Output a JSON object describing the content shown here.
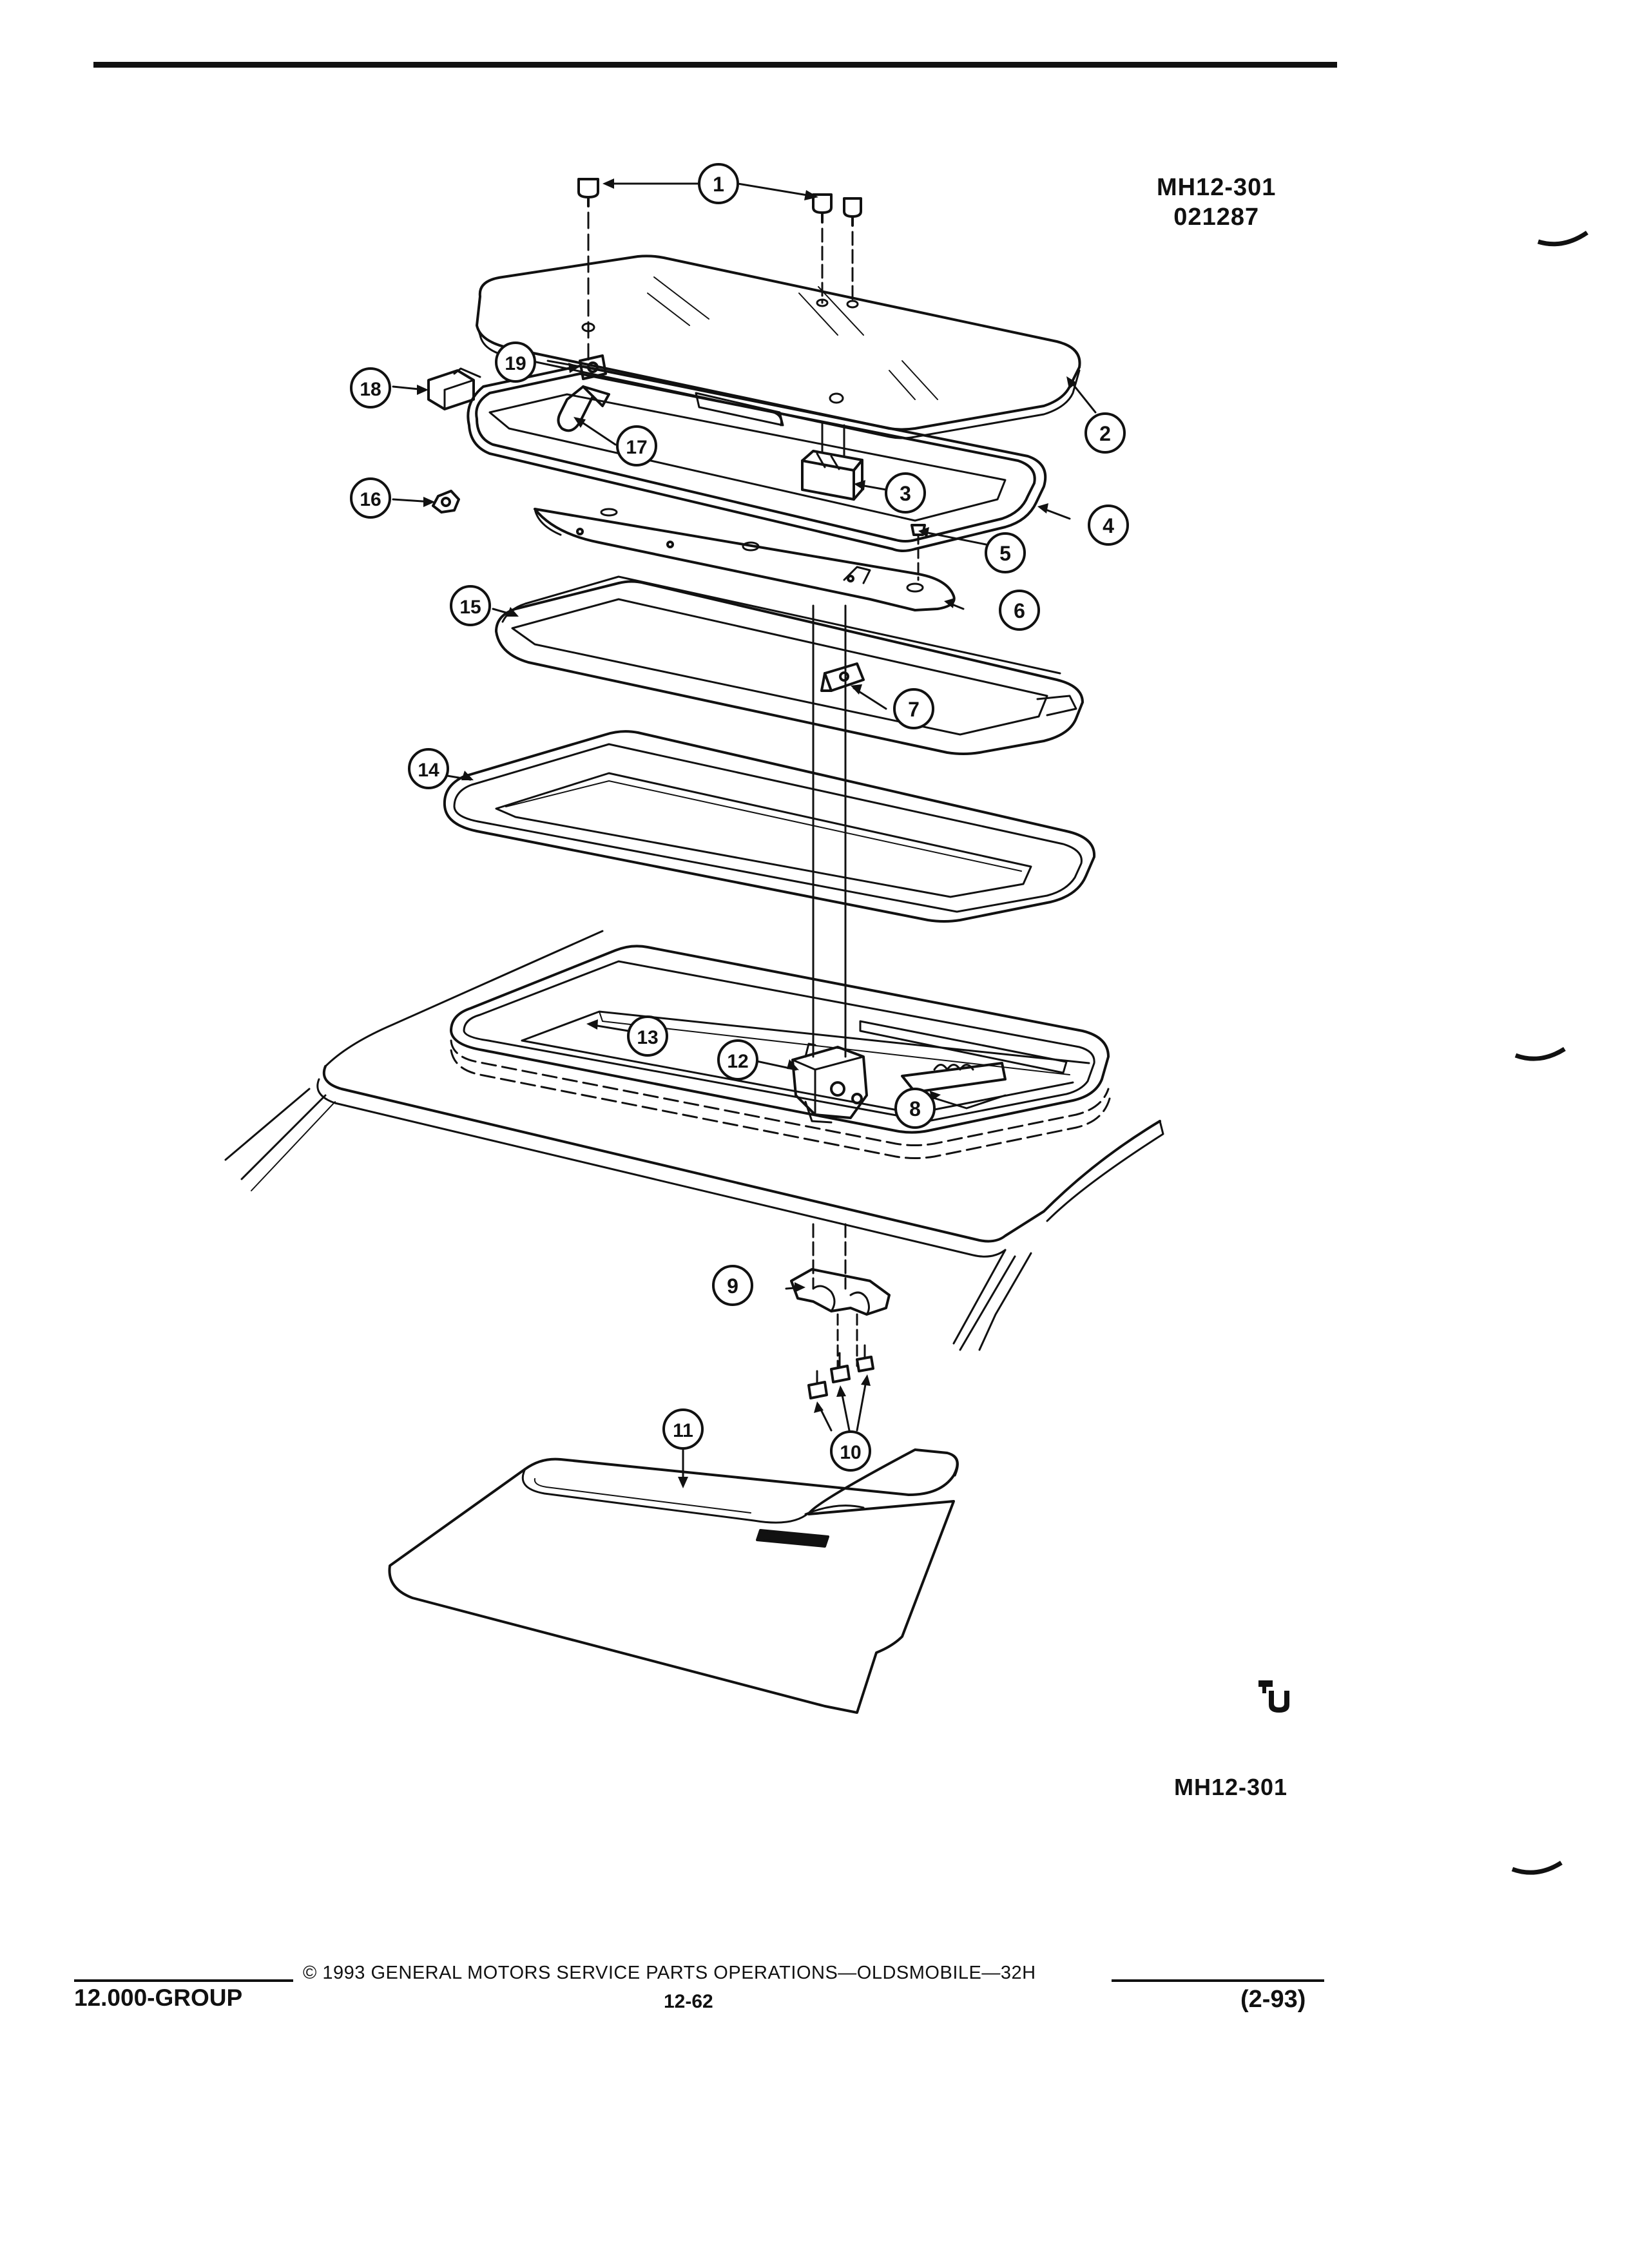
{
  "header": {
    "ref_code": "MH12-301",
    "ref_date": "021287"
  },
  "callouts": [
    "1",
    "2",
    "3",
    "4",
    "5",
    "6",
    "7",
    "8",
    "9",
    "10",
    "11",
    "12",
    "13",
    "14",
    "15",
    "16",
    "17",
    "18",
    "19"
  ],
  "figure_ref": "MH12-301",
  "footer": {
    "copyright": "© 1993  GENERAL MOTORS SERVICE PARTS OPERATIONS—OLDSMOBILE—32H",
    "group": "12.000-GROUP",
    "page": "12-62",
    "date_code": "(2-93)"
  }
}
